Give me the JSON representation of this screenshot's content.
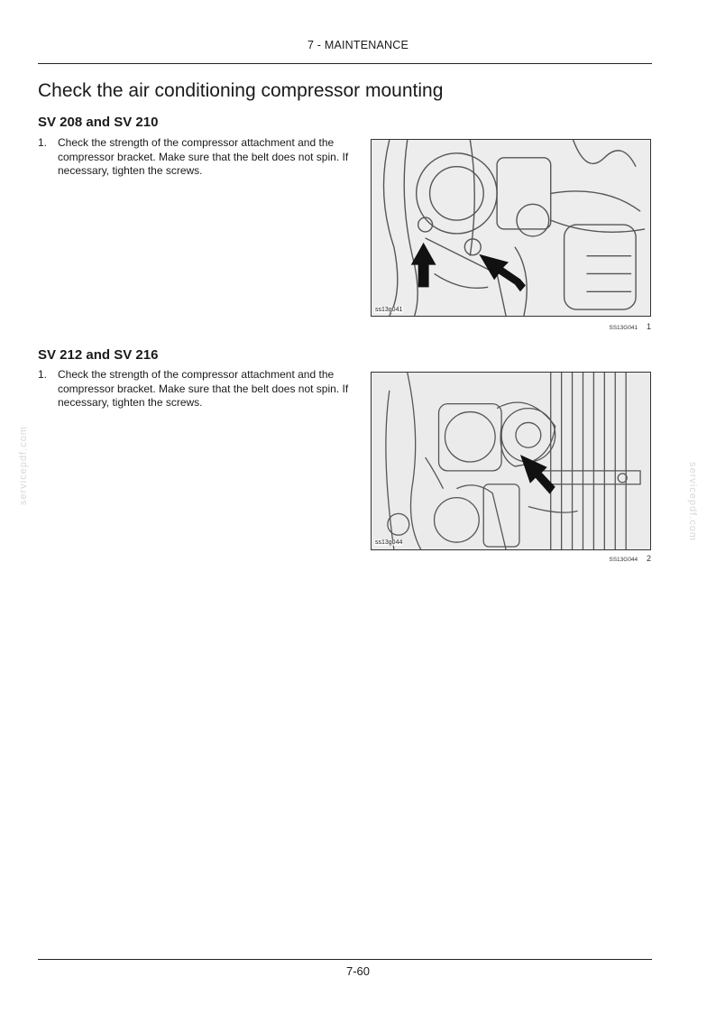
{
  "header": {
    "chapter": "7 - MAINTENANCE"
  },
  "title": "Check the air conditioning compressor mounting",
  "sections": [
    {
      "heading": "SV 208 and SV 210",
      "step_number": "1.",
      "step_text": "Check the strength of the compressor attachment and the compressor bracket. Make sure that the belt does not spin. If necessary, tighten the screws.",
      "image_label": "ss13g041",
      "caption_code": "SS13G041",
      "figure_number": "1"
    },
    {
      "heading": "SV 212 and SV 216",
      "step_number": "1.",
      "step_text": "Check the strength of the compressor attachment and the compressor bracket. Make sure that the belt does not spin. If necessary, tighten the screws.",
      "image_label": "ss13g044",
      "caption_code": "SS13G044",
      "figure_number": "2"
    }
  ],
  "watermark": "servicepdf.com",
  "footer": {
    "page_number": "7-60"
  }
}
